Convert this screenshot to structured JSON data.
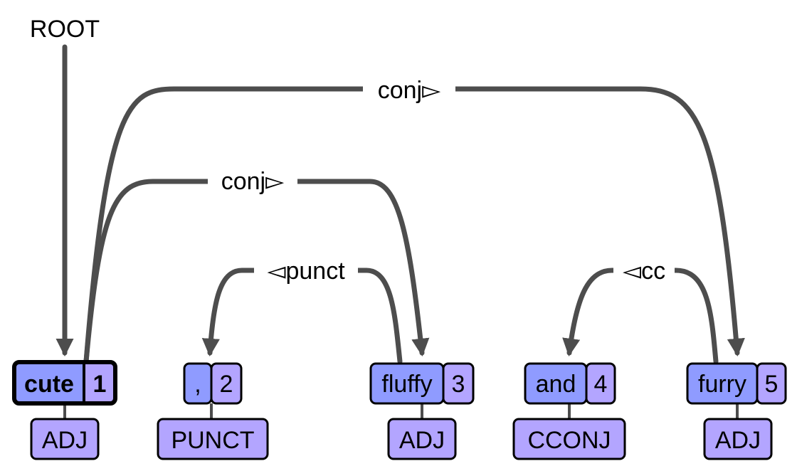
{
  "root_label": "ROOT",
  "tokens": [
    {
      "word": "cute",
      "index": "1",
      "pos": "ADJ",
      "head": true
    },
    {
      "word": ",",
      "index": "2",
      "pos": "PUNCT",
      "head": false
    },
    {
      "word": "fluffy",
      "index": "3",
      "pos": "ADJ",
      "head": false
    },
    {
      "word": "and",
      "index": "4",
      "pos": "CCONJ",
      "head": false
    },
    {
      "word": "furry",
      "index": "5",
      "pos": "ADJ",
      "head": false
    }
  ],
  "relations": [
    {
      "label": "conj▻",
      "from": "1",
      "to": "5"
    },
    {
      "label": "conj▻",
      "from": "1",
      "to": "3"
    },
    {
      "label": "◅punct",
      "from": "3",
      "to": "2"
    },
    {
      "label": "◅cc",
      "from": "5",
      "to": "4"
    }
  ],
  "colors": {
    "word_box": "#8f9bff",
    "index_box": "#b3a5ff",
    "pos_box": "#b3a5ff",
    "edge": "#4d4d4d",
    "outline": "#000000"
  }
}
